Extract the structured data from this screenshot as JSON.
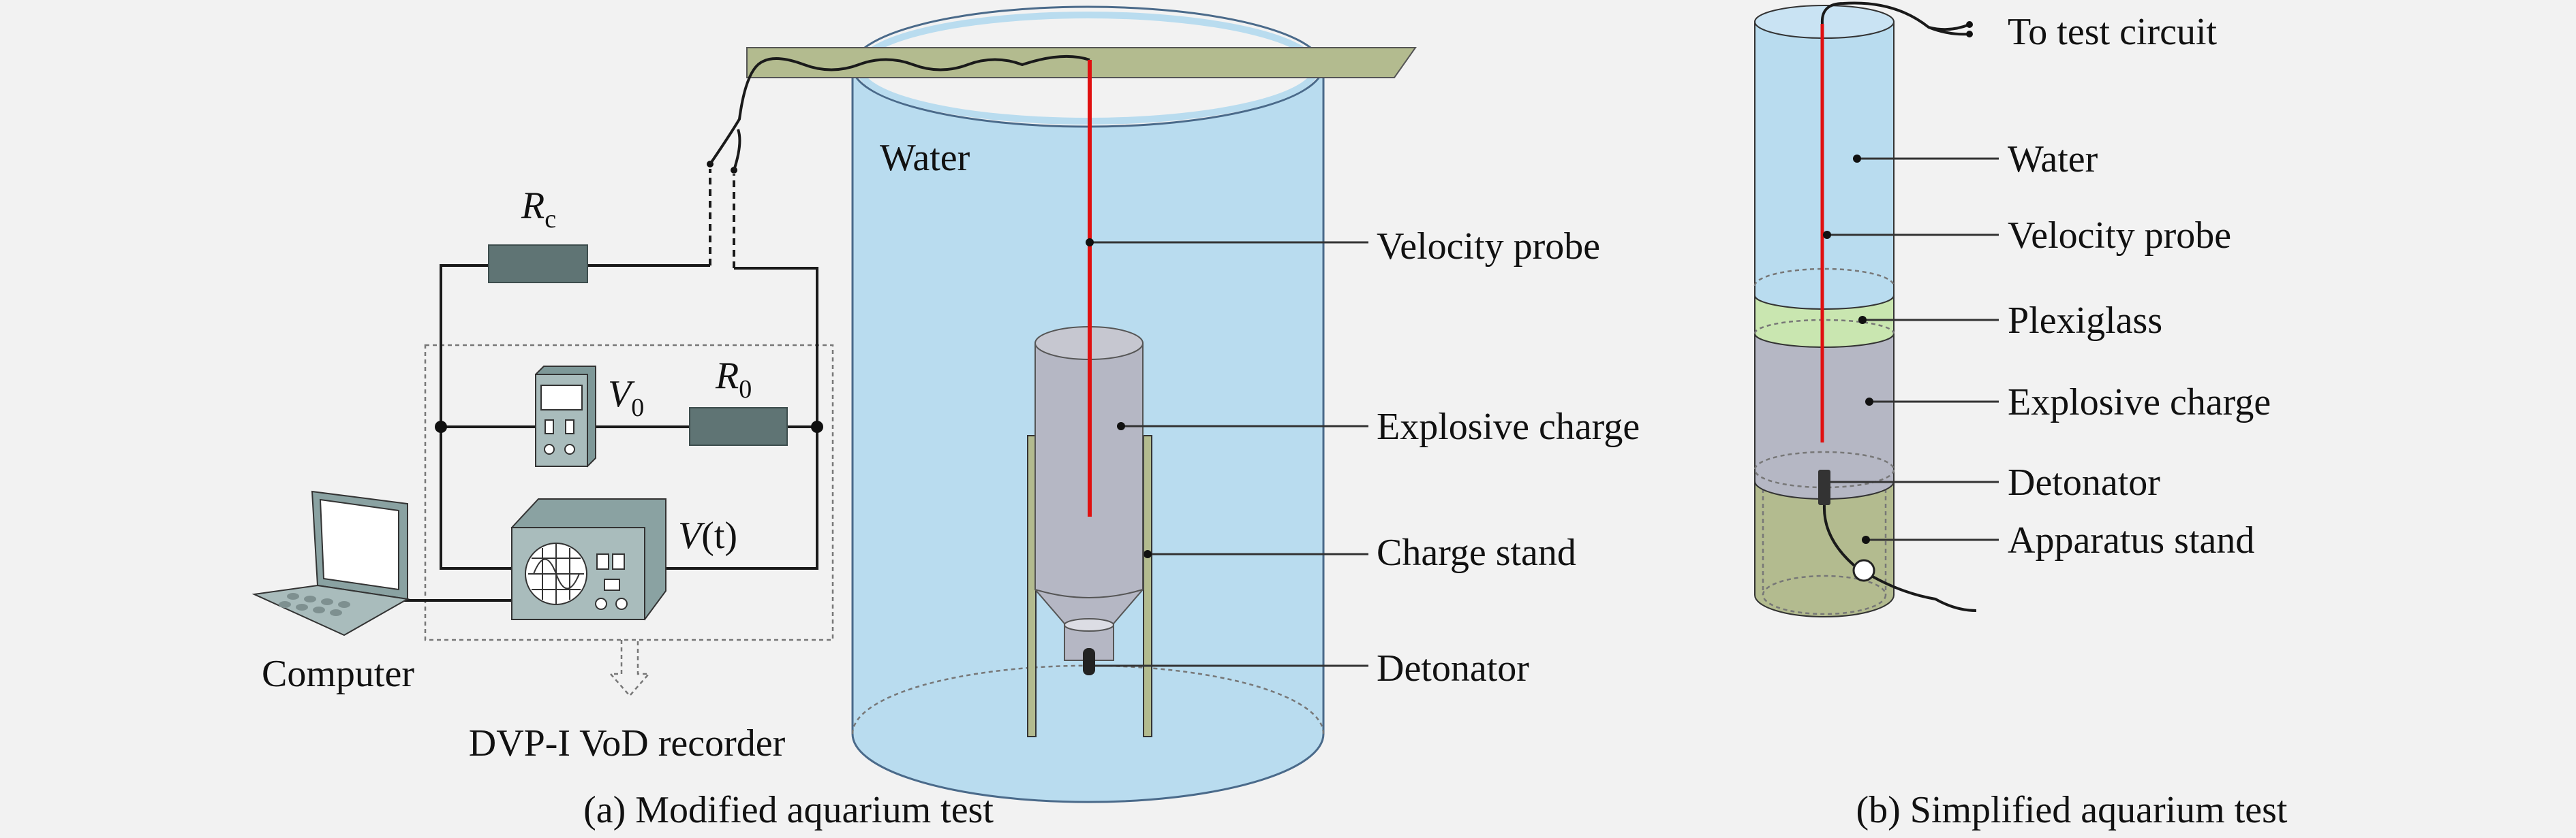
{
  "panel_a": {
    "caption": "(a) Modified aquarium test",
    "labels": {
      "water": "Water",
      "velocity_probe": "Velocity probe",
      "explosive_charge": "Explosive charge",
      "charge_stand": "Charge stand",
      "detonator": "Detonator",
      "computer": "Computer",
      "recorder": "DVP-I VoD recorder"
    },
    "circuit": {
      "rc": "R",
      "rc_sub": "c",
      "v0": "V",
      "v0_sub": "0",
      "r0": "R",
      "r0_sub": "0",
      "vt": "V",
      "vt_suffix": "(t)"
    }
  },
  "panel_b": {
    "caption": "(b) Simplified aquarium test",
    "labels": {
      "to_test_circuit": "To test circuit",
      "water": "Water",
      "velocity_probe": "Velocity probe",
      "plexiglass": "Plexiglass",
      "explosive_charge": "Explosive charge",
      "detonator": "Detonator",
      "apparatus_stand": "Apparatus stand"
    }
  },
  "colors": {
    "water": "#b9dcef",
    "charge": "#b5b7c4",
    "plexiglass": "#c9e6b0",
    "stand": "#b3bb8f",
    "probe": "#e01010",
    "resistor": "#5f7474"
  }
}
